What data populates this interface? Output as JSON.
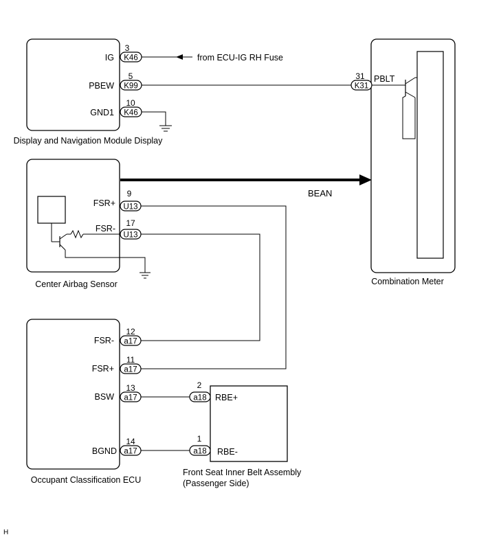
{
  "components": {
    "display": {
      "caption": "Display and Navigation Module Display",
      "pins": [
        {
          "label": "IG",
          "num": "3",
          "conn": "K46"
        },
        {
          "label": "PBEW",
          "num": "5",
          "conn": "K99"
        },
        {
          "label": "GND1",
          "num": "10",
          "conn": "K46"
        }
      ]
    },
    "meter": {
      "caption": "Combination Meter",
      "pins": [
        {
          "label": "PBLT",
          "num": "31",
          "conn": "K31"
        }
      ]
    },
    "airbag": {
      "caption": "Center Airbag Sensor",
      "pins": [
        {
          "label": "FSR+",
          "num": "9",
          "conn": "U13"
        },
        {
          "label": "FSR-",
          "num": "17",
          "conn": "U13"
        }
      ]
    },
    "occupant": {
      "caption": "Occupant Classification ECU",
      "pins": [
        {
          "label": "FSR-",
          "num": "12",
          "conn": "a17"
        },
        {
          "label": "FSR+",
          "num": "11",
          "conn": "a17"
        },
        {
          "label": "BSW",
          "num": "13",
          "conn": "a17"
        },
        {
          "label": "BGND",
          "num": "14",
          "conn": "a17"
        }
      ]
    },
    "belt": {
      "caption_line1": "Front Seat Inner Belt Assembly",
      "caption_line2": "(Passenger Side)",
      "pins": [
        {
          "label": "RBE+",
          "num": "2",
          "conn": "a18"
        },
        {
          "label": "RBE-",
          "num": "1",
          "conn": "a18"
        }
      ]
    }
  },
  "annotations": {
    "fuse_source": "from ECU-IG RH Fuse",
    "bus_label": "BEAN",
    "corner_mark": "H"
  }
}
